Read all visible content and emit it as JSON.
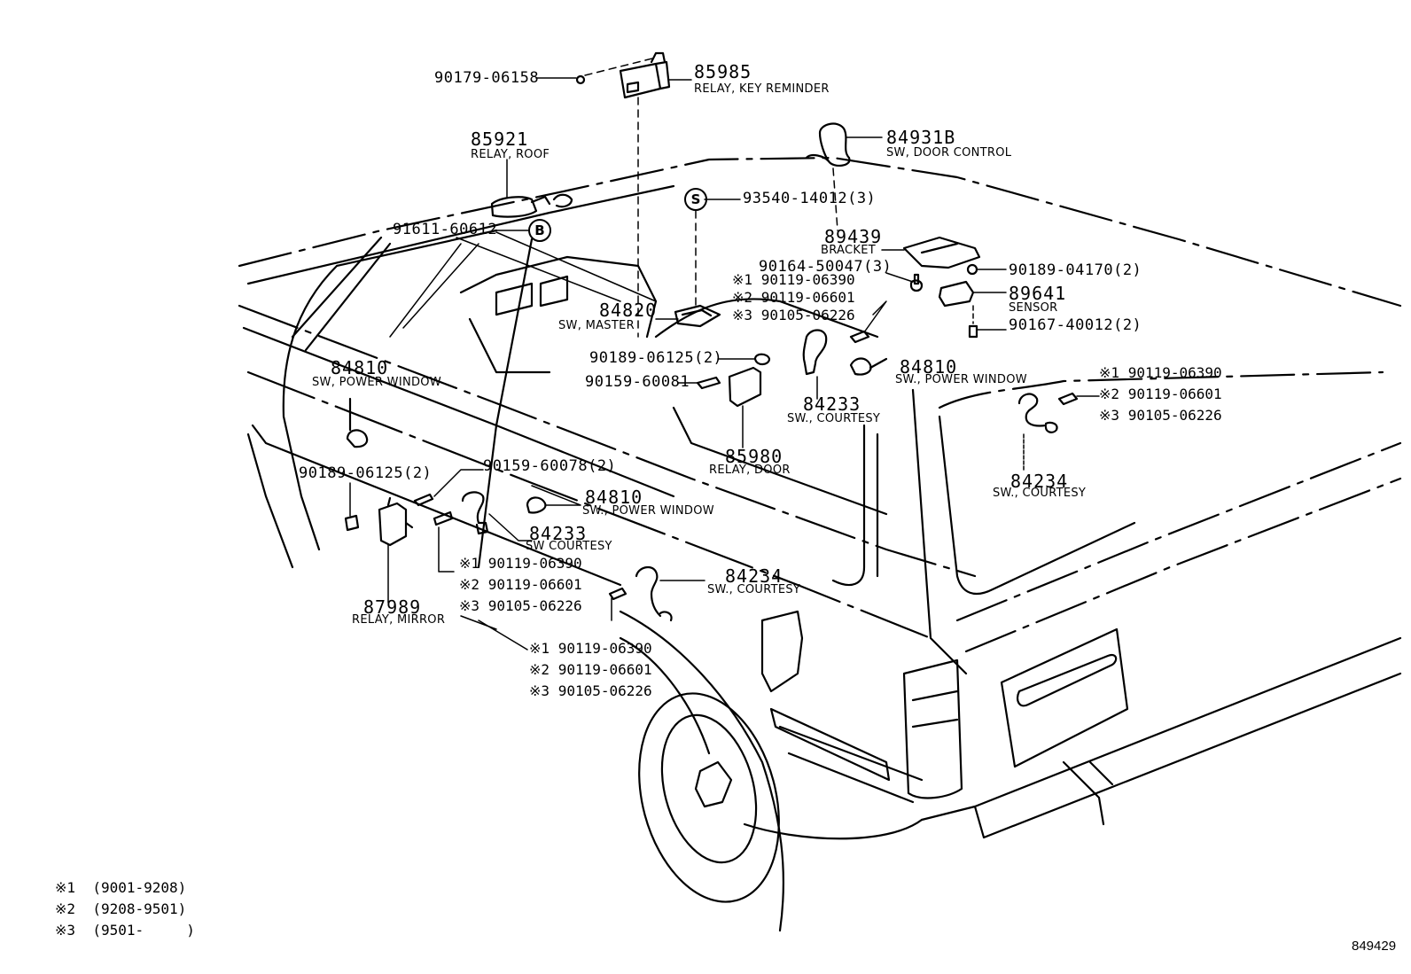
{
  "diagram_id": "849429",
  "callouts": {
    "p90179": "90179-06158",
    "p85985": {
      "num": "85985",
      "name": "RELAY, KEY REMINDER"
    },
    "p85921": {
      "num": "85921",
      "name": "RELAY, ROOF"
    },
    "p84931B": {
      "num": "84931B",
      "name": "SW, DOOR CONTROL"
    },
    "p93540": "93540-14012(3)",
    "p91611": "91611-60612",
    "p89439": {
      "num": "89439",
      "name": "BRACKET"
    },
    "p90164": "90164-50047(3)",
    "p90189_04170": "90189-04170(2)",
    "p89641": {
      "num": "89641",
      "name": "SENSOR"
    },
    "p90167": "90167-40012(2)",
    "p84820": {
      "num": "84820",
      "name": "SW, MASTER"
    },
    "p90189_center": "90189-06125(2)",
    "p90159_60081": "90159-60081",
    "p84810_left": {
      "num": "84810",
      "name": "SW, POWER WINDOW"
    },
    "p84810_right": {
      "num": "84810",
      "name": "SW., POWER WINDOW"
    },
    "p84233_center": {
      "num": "84233",
      "name": "SW., COURTESY"
    },
    "p85980": {
      "num": "85980",
      "name": "RELAY, DOOR"
    },
    "p84234_right": {
      "num": "84234",
      "name": "SW., COURTESY"
    },
    "p90189_left": "90189-06125(2)",
    "p90159_60078": "90159-60078(2)",
    "p84810_lower": {
      "num": "84810",
      "name": "SW., POWER WINDOW"
    },
    "p84233_lower": {
      "num": "84233",
      "name": "SW COURTESY"
    },
    "p87989": {
      "num": "87989",
      "name": "RELAY, MIRROR"
    },
    "p84234_lower": {
      "num": "84234",
      "name": "SW., COURTESY"
    }
  },
  "marker_symbols": {
    "s": "S",
    "b": "B"
  },
  "screw_groups": {
    "top_center": [
      {
        "mark": "※1",
        "part": "90119-06390"
      },
      {
        "mark": "※2",
        "part": "90119-06601"
      },
      {
        "mark": "※3",
        "part": "90105-06226"
      }
    ],
    "right": [
      {
        "mark": "※1",
        "part": "90119-06390"
      },
      {
        "mark": "※2",
        "part": "90119-06601"
      },
      {
        "mark": "※3",
        "part": "90105-06226"
      }
    ],
    "left_mid": [
      {
        "mark": "※1",
        "part": "90119-06390"
      },
      {
        "mark": "※2",
        "part": "90119-06601"
      },
      {
        "mark": "※3",
        "part": "90105-06226"
      }
    ],
    "bottom": [
      {
        "mark": "※1",
        "part": "90119-06390"
      },
      {
        "mark": "※2",
        "part": "90119-06601"
      },
      {
        "mark": "※3",
        "part": "90105-06226"
      }
    ]
  },
  "legend": [
    {
      "mark": "※1",
      "range": "(9001-9208)"
    },
    {
      "mark": "※2",
      "range": "(9208-9501)"
    },
    {
      "mark": "※3",
      "range": "(9501-     )"
    }
  ]
}
